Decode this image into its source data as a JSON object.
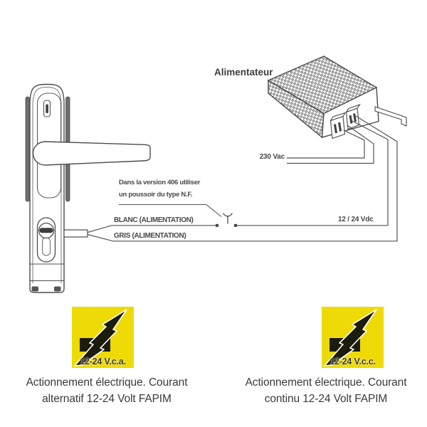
{
  "diagram": {
    "power_supply_label": "Alimentateur",
    "mains_voltage_label": "230 Vac",
    "dc_voltage_label": "12 / 24 Vdc",
    "white_wire_label": "BLANC (ALIMENTATION)",
    "grey_wire_label": "GRIS (ALIMENTATION)",
    "note_line1": "Dans la version 406 utiliser",
    "note_line2": "un poussoir du type N.F."
  },
  "badges": [
    {
      "label": "12-24 V.c.a.",
      "caption_line1": "Actionnement électrique. Courant",
      "caption_line2": "alternatif 12-24 Volt FAPIM"
    },
    {
      "label": "12-24 V.c.c.",
      "caption_line1": "Actionnement électrique. Courant",
      "caption_line2": "continu 12-24 Volt FAPIM"
    }
  ],
  "colors": {
    "badge_yellow": "#eeda07",
    "line_art": "#4c4c4c",
    "caption_text": "#3a3a3a"
  }
}
